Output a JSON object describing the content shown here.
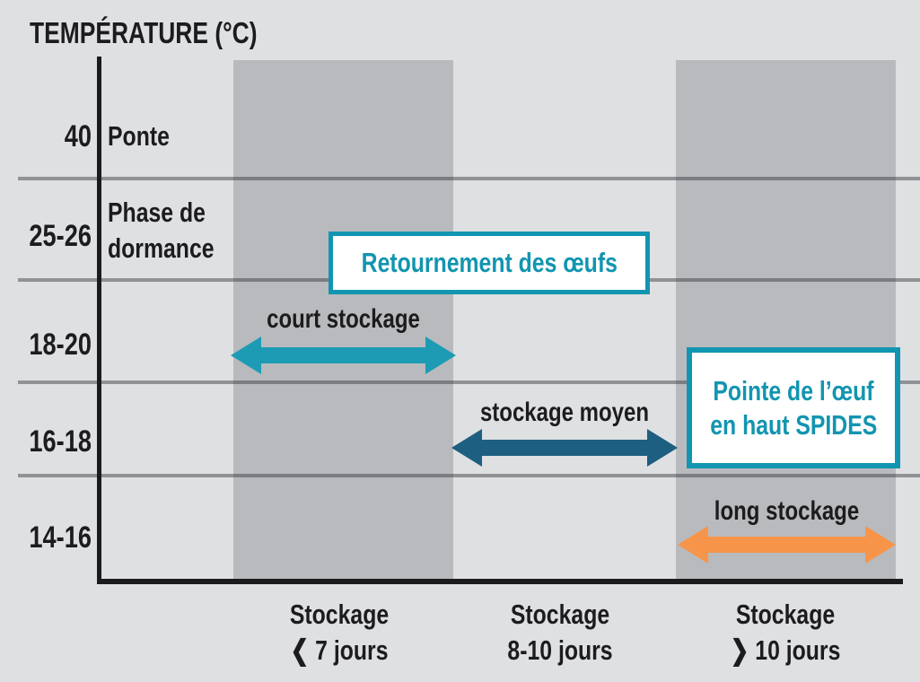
{
  "colors": {
    "background": "#dfe0e2",
    "band": "#b9babd",
    "gridline": "rgba(50,50,56,0.45)",
    "axis": "#1b1b1d",
    "text": "#1c1c1e",
    "teal": "#1295b0",
    "arrow_teal": "#1e9bb4",
    "dark_blue": "#1d5f80",
    "orange": "#f6954a",
    "box_bg": "#ffffff"
  },
  "header": {
    "title": "TEMPÉRATURE (°C)"
  },
  "y_axis": {
    "ticks": [
      "40",
      "25-26",
      "18-20",
      "16-18",
      "14-16"
    ],
    "row_labels": {
      "ponte": "Ponte",
      "phase_line1": "Phase de",
      "phase_line2": "dormance"
    }
  },
  "x_axis": {
    "columns": [
      {
        "line1": "Stockage",
        "line2": "❮ 7 jours"
      },
      {
        "line1": "Stockage",
        "line2": "8-10 jours"
      },
      {
        "line1": "Stockage",
        "line2": "❯ 10 jours"
      }
    ]
  },
  "annotations": {
    "turning_box": "Retournement des œufs",
    "spides_line1": "Pointe de l’œuf",
    "spides_line2": "en haut SPIDES"
  },
  "arrows": {
    "short": {
      "label": "court stockage"
    },
    "medium": {
      "label": "stockage moyen"
    },
    "long": {
      "label": "long stockage"
    }
  },
  "chart_data": {
    "type": "table",
    "title": "TEMPÉRATURE (°C)",
    "y_categories": [
      "40",
      "25-26",
      "18-20",
      "16-18",
      "14-16"
    ],
    "y_row_annotations": [
      "Ponte",
      "Phase de dormance",
      "",
      "",
      ""
    ],
    "x_categories": [
      "Stockage ❮ 7 jours",
      "Stockage 8-10 jours",
      "Stockage ❯ 10 jours"
    ],
    "highlighted_columns": [
      "Stockage ❮ 7 jours",
      "Stockage ❯ 10 jours"
    ],
    "series": [
      {
        "name": "court stockage",
        "temperature_c": "18-20",
        "storage": "Stockage ❮ 7 jours",
        "color": "#1e9bb4"
      },
      {
        "name": "stockage moyen",
        "temperature_c": "16-18",
        "storage": "Stockage 8-10 jours",
        "color": "#1d5f80"
      },
      {
        "name": "long stockage",
        "temperature_c": "14-16",
        "storage": "Stockage ❯ 10 jours",
        "color": "#f6954a"
      }
    ],
    "annotations": [
      {
        "text": "Retournement des œufs",
        "applies_to": "25-26"
      },
      {
        "text": "Pointe de l’œuf en haut SPIDES",
        "applies_to": "Stockage ❯ 10 jours"
      }
    ],
    "legend_position": "none",
    "grid": true
  }
}
